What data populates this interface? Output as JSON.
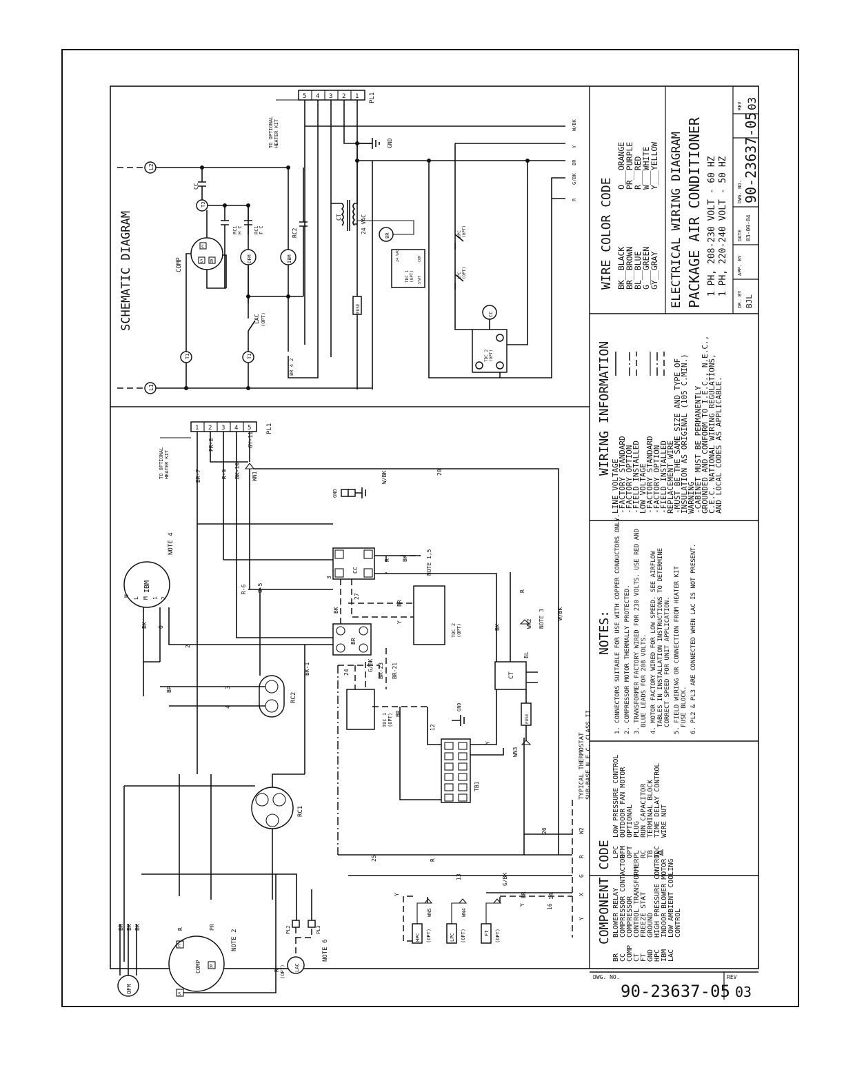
{
  "schematic": {
    "title": "SCHEMATIC DIAGRAM",
    "heater_kit": [
      "TO OPTIONAL",
      "HEATER KIT"
    ],
    "plug": "PL1",
    "plug_pins": [
      "5",
      "4",
      "3",
      "2",
      "1"
    ],
    "terminals": {
      "l1": "L1",
      "l2": "L2",
      "t1": "T1",
      "t2": "T2",
      "t3": "T3"
    },
    "labels": {
      "comp": "COMP",
      "cc": "CC",
      "rc1_hc": "RC1",
      "rc1_fc": "RC1",
      "hc": "H  C",
      "fc": "F  C",
      "rc2": "RC2",
      "ofm": "OFM",
      "ibm": "IBM",
      "ct": "CT",
      "vac": "24 VAC",
      "br": "BR",
      "lac": "LAC",
      "lac_opt": "(OPT)",
      "gnd": "GND",
      "fuse": "FUSE",
      "tdc1": "TDC 1",
      "tdc1_opt": "(OPT)",
      "tdc1_vac": "24 VAC",
      "tdc1_stat": "STAT",
      "tdc1_com": "COM",
      "tdc2": "TDC 2",
      "tdc2_opt": "(OPT)",
      "hpc": "HPC",
      "hpc_opt": "(OPT)",
      "lpc": "LPC",
      "lpc_opt": "(OPT)",
      "br_2_4": "BR 4 2",
      "wbk": "W/BK",
      "y": "Y",
      "br_w": "BR",
      "gbk": "G/BK",
      "r": "R"
    }
  },
  "wiring_color_code": {
    "title": "WIRE COLOR CODE",
    "left": [
      "BK__BLACK",
      "BR__BROWN",
      "BL__BLUE",
      "G___GREEN",
      "GY__GRAY"
    ],
    "right": [
      "O___ORANGE",
      "PR__PURPLE",
      "R___RED",
      "W___WHITE",
      "Y___YELLOW"
    ]
  },
  "title_block": {
    "title1": "ELECTRICAL WIRING DIAGRAM",
    "title2": "PACKAGE AIR CONDITIONER",
    "line1": "1 PH, 208-230 VOLT - 60 HZ",
    "line2": "1 PH, 220-240 VOLT - 50 HZ",
    "dr_by_label": "DR. BY",
    "dr_by": "BJL",
    "app_by_label": "APP. BY",
    "date_label": "DATE",
    "date": "03-09-04",
    "dwg_no_label": "DWG. NO.",
    "dwg_no": "90-23637-05",
    "rev_label": "REV",
    "rev": "03"
  },
  "wiring_information": {
    "title": "WIRING INFORMATION",
    "lines": [
      "LINE VOLTAGE",
      "-FACTORY STANDARD",
      "-FACTORY OPTION",
      "-FIELD INSTALLED",
      "LOW VOLTAGE",
      "-FACTORY STANDARD",
      "-FACTORY OPTION",
      "-FIELD INSTALLED",
      "REPLACEMENT WIRE",
      "-MUST BE THE SAME SIZE AND TYPE OF",
      "INSULATION AS ORIGINAL (105 C.MIN.)",
      "WARNING",
      "-CABINET MUST BE PERMANENTLY",
      "GROUNDED AND CONFORM TO I.E.C., N.E.C.,",
      "C.E.C. NATIONAL WIRING REGULATIONS,",
      "AND LOCAL CODES AS APPLICABLE."
    ]
  },
  "notes": {
    "title": "NOTES:",
    "items": [
      "1. CONNECTORS SUITABLE FOR USE WITH COPPER CONDUCTORS ONLY.",
      "2. COMPRESSOR MOTOR THERMALLY PROTECTED.",
      "3. TRANSFORMER FACTORY WIRED FOR 230 VOLTS. USE RED AND",
      "BLUE LEADS FOR 208 VOLTS.",
      "4. MOTOR FACTORY WIRED FOR LOW SPEED. SEE AIRFLOW",
      "TABLES IN INSTALLATION INSTRUCTIONS TO DETERMINE",
      "CORRECT SPEED FOR UNIT APPLICATION.",
      "5. FIELD WIRING OR CONNECTION FROM HEATER KIT",
      "FUSE BLOCK.",
      "6. PL2 & PL3 ARE CONNECTED WHEN LAC IS NOT PRESENT."
    ]
  },
  "component_code": {
    "title": "COMPONENT CODE",
    "left": [
      [
        "BR",
        "BLOWER RELAY"
      ],
      [
        "CC",
        "COMPRESSOR CONTACTOR"
      ],
      [
        "COMP",
        "COMPRESSOR"
      ],
      [
        "CT",
        "CONTROL TRANSFORMER"
      ],
      [
        "FT",
        "FREEZE STAT"
      ],
      [
        "GND",
        "GROUND"
      ],
      [
        "HPC",
        "HIGH PRESSURE CONTROL"
      ],
      [
        "IBM",
        "INDOOR BLOWER MOTOR"
      ],
      [
        "LAC",
        "LOW AMBIENT COOLING"
      ],
      [
        "",
        "CONTROL"
      ]
    ],
    "right": [
      [
        "LPC",
        "LOW PRESSURE CONTROL"
      ],
      [
        "OFM",
        "OUTDOOR FAN MOTOR"
      ],
      [
        "OPT",
        "OPTIONAL"
      ],
      [
        "PL",
        "PLUG"
      ],
      [
        "RC",
        "RUN CAPACITOR"
      ],
      [
        "TB",
        "TERMINAL BLOCK"
      ],
      [
        "TDC",
        "TIME DELAY CONTROL"
      ],
      [
        "",
        "WIRE NUT"
      ]
    ]
  },
  "thermostat": [
    "TYPICAL THERMOSTAT",
    "SUB-BASE N.E.C. CLASS II"
  ],
  "bottom_dwg_no_label": "DWG. NO.",
  "bottom_dwg_no": "90-23637-05",
  "bottom_rev_label": "REV",
  "bottom_rev": "03",
  "ladder": {
    "heater_kit": [
      "TO OPTIONAL",
      "HEATER KIT"
    ],
    "plug": "PL1",
    "plug_pins": [
      "1",
      "2",
      "3",
      "4",
      "5"
    ],
    "comps": {
      "ibm": "IBM",
      "h": "H",
      "l": "L",
      "m": "M",
      "n1": "1",
      "n2": "2",
      "note4": "NOTE 4",
      "cc": "CC",
      "br": "BR",
      "rc2": "RC2",
      "rc1": "RC1",
      "ct": "CT",
      "tb1": "TB1",
      "tdc1": "TDC 1",
      "tdc1_opt": "(OPT)",
      "tdc2": "TDC 2",
      "tdc2_opt": "(OPT)",
      "gnd": "GND",
      "wn1": "WN1",
      "wn2": "WN2",
      "wn3": "WN3",
      "wn4": "WN4",
      "wn5": "WN5",
      "note3": "NOTE 3",
      "note15": "NOTE 1,5",
      "note2": "NOTE 2",
      "note6": "NOTE 6",
      "ofm": "OFM",
      "comp": "COMP",
      "pl2": "PL2",
      "pl3": "PL3",
      "lac": "LAC",
      "lac_opt": "(OPT)",
      "hpc": "HPC",
      "hpc_opt": "(OPT)",
      "lpc": "LPC",
      "lpc_opt": "(OPT)",
      "ft": "FT",
      "ft_opt": "(OPT)",
      "fuse": "FUSE"
    },
    "wire_labels": [
      "BR-7",
      "PR-8",
      "R-9",
      "BK-10",
      "GY-11",
      "W/BK",
      "20",
      "BK",
      "O",
      "2",
      "BR",
      "3",
      "4",
      "R-6",
      "O-5",
      "BK-1",
      "BK",
      "27",
      "BR",
      "Y",
      "R",
      "BK",
      "R",
      "W/BK",
      "BL",
      "24",
      "G/BK",
      "BR-23",
      "BR-21",
      "BR",
      "12",
      "Y",
      "26",
      "25",
      "R",
      "13",
      "G/BK",
      "BR",
      "14",
      "Y",
      "16",
      "R",
      "W2",
      "G",
      "X",
      "Y",
      "O",
      "BR",
      "BK",
      "BK",
      "R",
      "PR",
      "R",
      "PR"
    ]
  }
}
